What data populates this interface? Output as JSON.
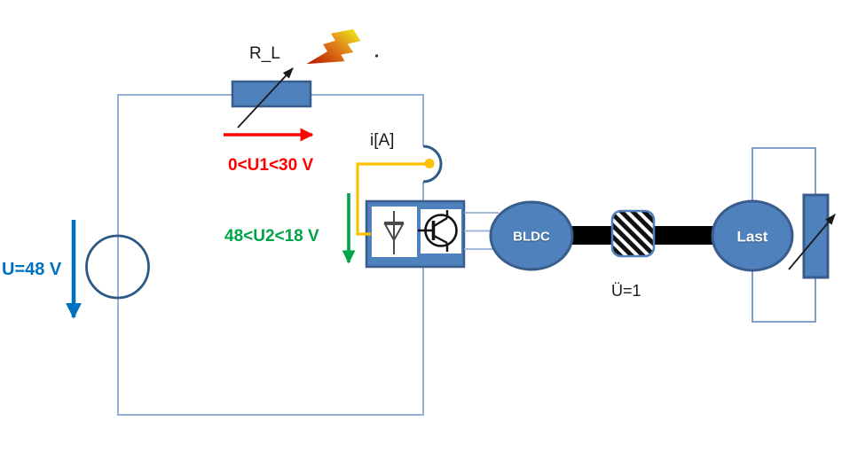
{
  "diagram": {
    "source_voltage_label": "U=48 V",
    "resistor_label": "R_L",
    "current_label": "i[A]",
    "u1_range_label": "0<U1<30 V",
    "u2_range_label": "48<U2<18 V",
    "motor_label": "BLDC",
    "coupling_ratio_label": "Ü=1",
    "load_label": "Last",
    "stray_dot": "."
  },
  "colors": {
    "shape_fill": "#4f81bd",
    "shape_border": "#385d8a",
    "wire_light_blue": "#95afd6",
    "load_loop_blue": "#6e94c6",
    "probe_arc_blue": "#2e5c8a",
    "source_blue": "#0070c0",
    "annotation_red": "#ff0000",
    "annotation_green": "#00a347",
    "measure_orange": "#ffc000",
    "shaft_black": "#000000",
    "bolt_yellow": "#ece21e",
    "bolt_red": "#b41400"
  },
  "icons": {
    "lightning_bolt": "lightning-bolt-icon",
    "diode": "diode-icon",
    "transistor": "transistor-icon",
    "current_probe": "current-probe-icon",
    "coupling_hatched": "coupling-icon",
    "variable_resistor_arrow": "variable-arrow-icon"
  }
}
